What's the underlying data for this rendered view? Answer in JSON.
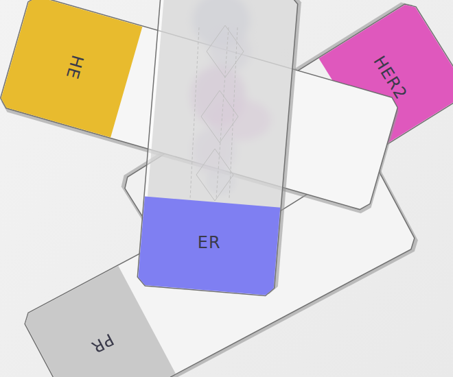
{
  "diagram": {
    "nodes": [
      {
        "text": [
          "HE"
        ]
      },
      {
        "text": [
          "HER2"
        ]
      },
      {
        "text": [
          "ER"
        ]
      },
      {
        "text": [
          "PR"
        ]
      }
    ]
  }
}
